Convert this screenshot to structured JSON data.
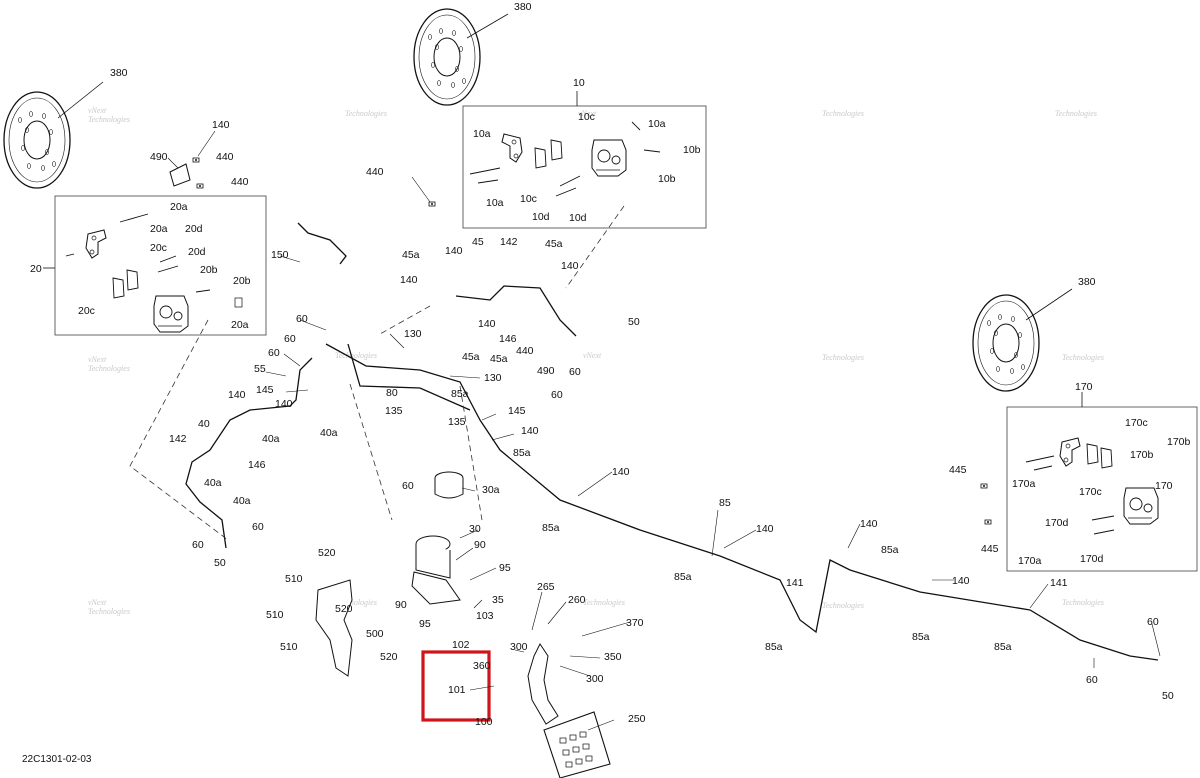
{
  "diagram": {
    "reference_code": "22C1301-02-03",
    "watermark_line1": "vNext",
    "watermark_line2": "Technologies",
    "highlight_color": "#d0141c",
    "line_color": "#111111",
    "callouts": {
      "c380a": "380",
      "c380b": "380",
      "c380c": "380",
      "c10": "10",
      "c10c_top": "10c",
      "c10a_r": "10a",
      "c10a_l": "10a",
      "c10b_a": "10b",
      "c10b_b": "10b",
      "c10a_b": "10a",
      "c10c_b": "10c",
      "c10d_a": "10d",
      "c10d_b": "10d",
      "c440_m": "440",
      "c140_t": "140",
      "c490_t": "490",
      "c440_t1": "440",
      "c440_t2": "440",
      "c20": "20",
      "c20a_1": "20a",
      "c20a_2": "20a",
      "c20d_1": "20d",
      "c20c_1": "20c",
      "c20d_2": "20d",
      "c20b_1": "20b",
      "c20b_2": "20b",
      "c20c_2": "20c",
      "c20a_3": "20a",
      "c150": "150",
      "c60_a": "60",
      "c130_a": "130",
      "c60_b": "60",
      "c60_c": "60",
      "c55": "55",
      "c80": "80",
      "c135_a": "135",
      "c130_b": "130",
      "c145_a": "145",
      "c140_a": "140",
      "c140_b": "140",
      "c40a_a": "40a",
      "c40a_b": "40a",
      "c40": "40",
      "c142_a": "142",
      "c146_a": "146",
      "c40a_c": "40a",
      "c40a_d": "40a",
      "c60_d": "60",
      "c60_e": "60",
      "c50_a": "50",
      "c45a_a": "45a",
      "c140_c": "140",
      "c45": "45",
      "c142_b": "142",
      "c45a_b": "45a",
      "c140_d": "140",
      "c140_e": "140",
      "c140_f": "140",
      "c45a_c": "45a",
      "c45a_d": "45a",
      "c146_b": "146",
      "c440_b": "440",
      "c490_b": "490",
      "c60_f": "60",
      "c60_g": "60",
      "c50_b": "50",
      "c85a_a": "85a",
      "c135_b": "135",
      "c145_b": "145",
      "c140_g": "140",
      "c85a_b": "85a",
      "c140_h": "140",
      "c85a_c": "85a",
      "c85": "85",
      "c140_i": "140",
      "c85a_d": "85a",
      "c60_h": "60",
      "c30a": "30a",
      "c30": "30",
      "c90_a": "90",
      "c95_a": "95",
      "c35": "35",
      "c103": "103",
      "c95_b": "95",
      "c90_b": "90",
      "c102": "102",
      "c265": "265",
      "c260": "260",
      "c370": "370",
      "c300_a": "300",
      "c350": "350",
      "c300_b": "300",
      "c360": "360",
      "c101": "101",
      "c100": "100",
      "c250": "250",
      "c520_a": "520",
      "c510_a": "510",
      "c510_b": "510",
      "c510_c": "510",
      "c500": "500",
      "c520_b": "520",
      "c520_c": "520",
      "c140_j": "140",
      "c85a_e": "85a",
      "c141_a": "141",
      "c140_k": "140",
      "c85a_f": "85a",
      "c85a_g": "85a",
      "c141_b": "141",
      "c85a_h": "85a",
      "c60_i": "60",
      "c60_j": "60",
      "c50_c": "50",
      "c170": "170",
      "c170c_a": "170c",
      "c170b_a": "170b",
      "c170b_b": "170b",
      "c170a_a": "170a",
      "c170c_b": "170c",
      "c445_a": "445",
      "c170d_a": "170d",
      "c445_b": "445",
      "c170a_b": "170a",
      "c170d_b": "170d"
    }
  }
}
